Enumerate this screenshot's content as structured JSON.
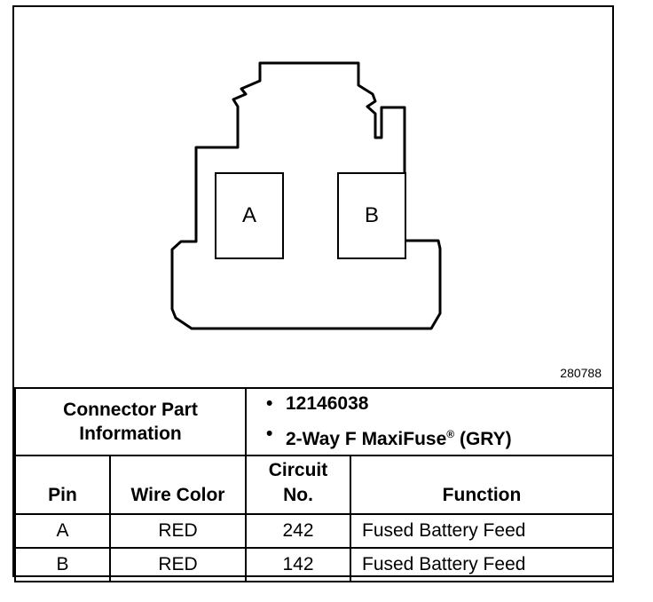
{
  "diagram": {
    "figure_number": "280788",
    "pins": [
      {
        "label": "A"
      },
      {
        "label": "B"
      }
    ]
  },
  "connector_info": {
    "label_line1": "Connector Part",
    "label_line2": "Information",
    "part_number": "12146038",
    "description_main": "2-Way F MaxiFuse",
    "description_mark": "®",
    "description_suffix": " (GRY)"
  },
  "table": {
    "headers": {
      "pin": "Pin",
      "wire_color": "Wire Color",
      "circuit_line1": "Circuit",
      "circuit_line2": "No.",
      "function": "Function"
    },
    "rows": [
      {
        "pin": "A",
        "wire_color": "RED",
        "circuit": "242",
        "function": "Fused Battery Feed"
      },
      {
        "pin": "B",
        "wire_color": "RED",
        "circuit": "142",
        "function": "Fused Battery Feed"
      }
    ]
  }
}
